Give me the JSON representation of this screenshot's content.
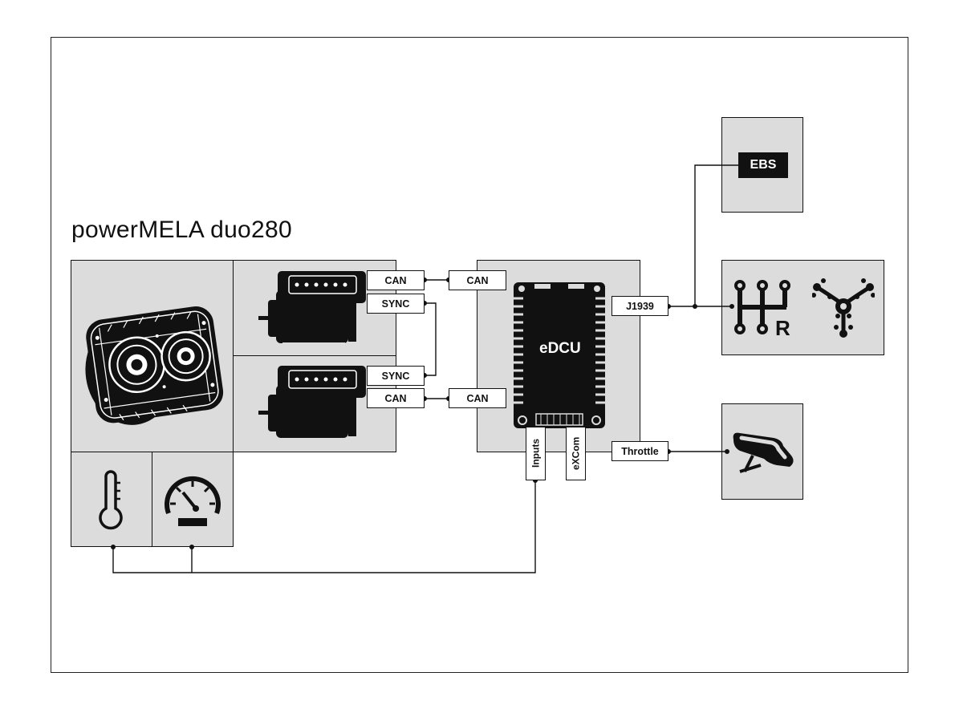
{
  "title": "powerMELA duo280",
  "labels": {
    "can_top_motor": "CAN",
    "sync_top_motor": "SYNC",
    "sync_bottom_motor": "SYNC",
    "can_bottom_motor": "CAN",
    "can_edcu_top": "CAN",
    "can_edcu_bottom": "CAN",
    "j1939": "J1939",
    "throttle": "Throttle",
    "inputs": "Inputs",
    "excom": "eXCom"
  },
  "edcu": "eDCU",
  "ebs": "EBS",
  "icons": {
    "motor_assembly": "dual-motor-icon",
    "motor_top": "motor-icon",
    "motor_bottom": "motor-icon",
    "thermometer": "thermometer-icon",
    "speedometer": "speedometer-icon",
    "gearshift": "gearshift-r-icon",
    "differential": "differential-icon",
    "pedal": "pedal-icon",
    "controller": "controller-chip-icon"
  },
  "colors": {
    "box_fill": "#dcdcdc",
    "line": "#111111",
    "background": "#ffffff"
  }
}
